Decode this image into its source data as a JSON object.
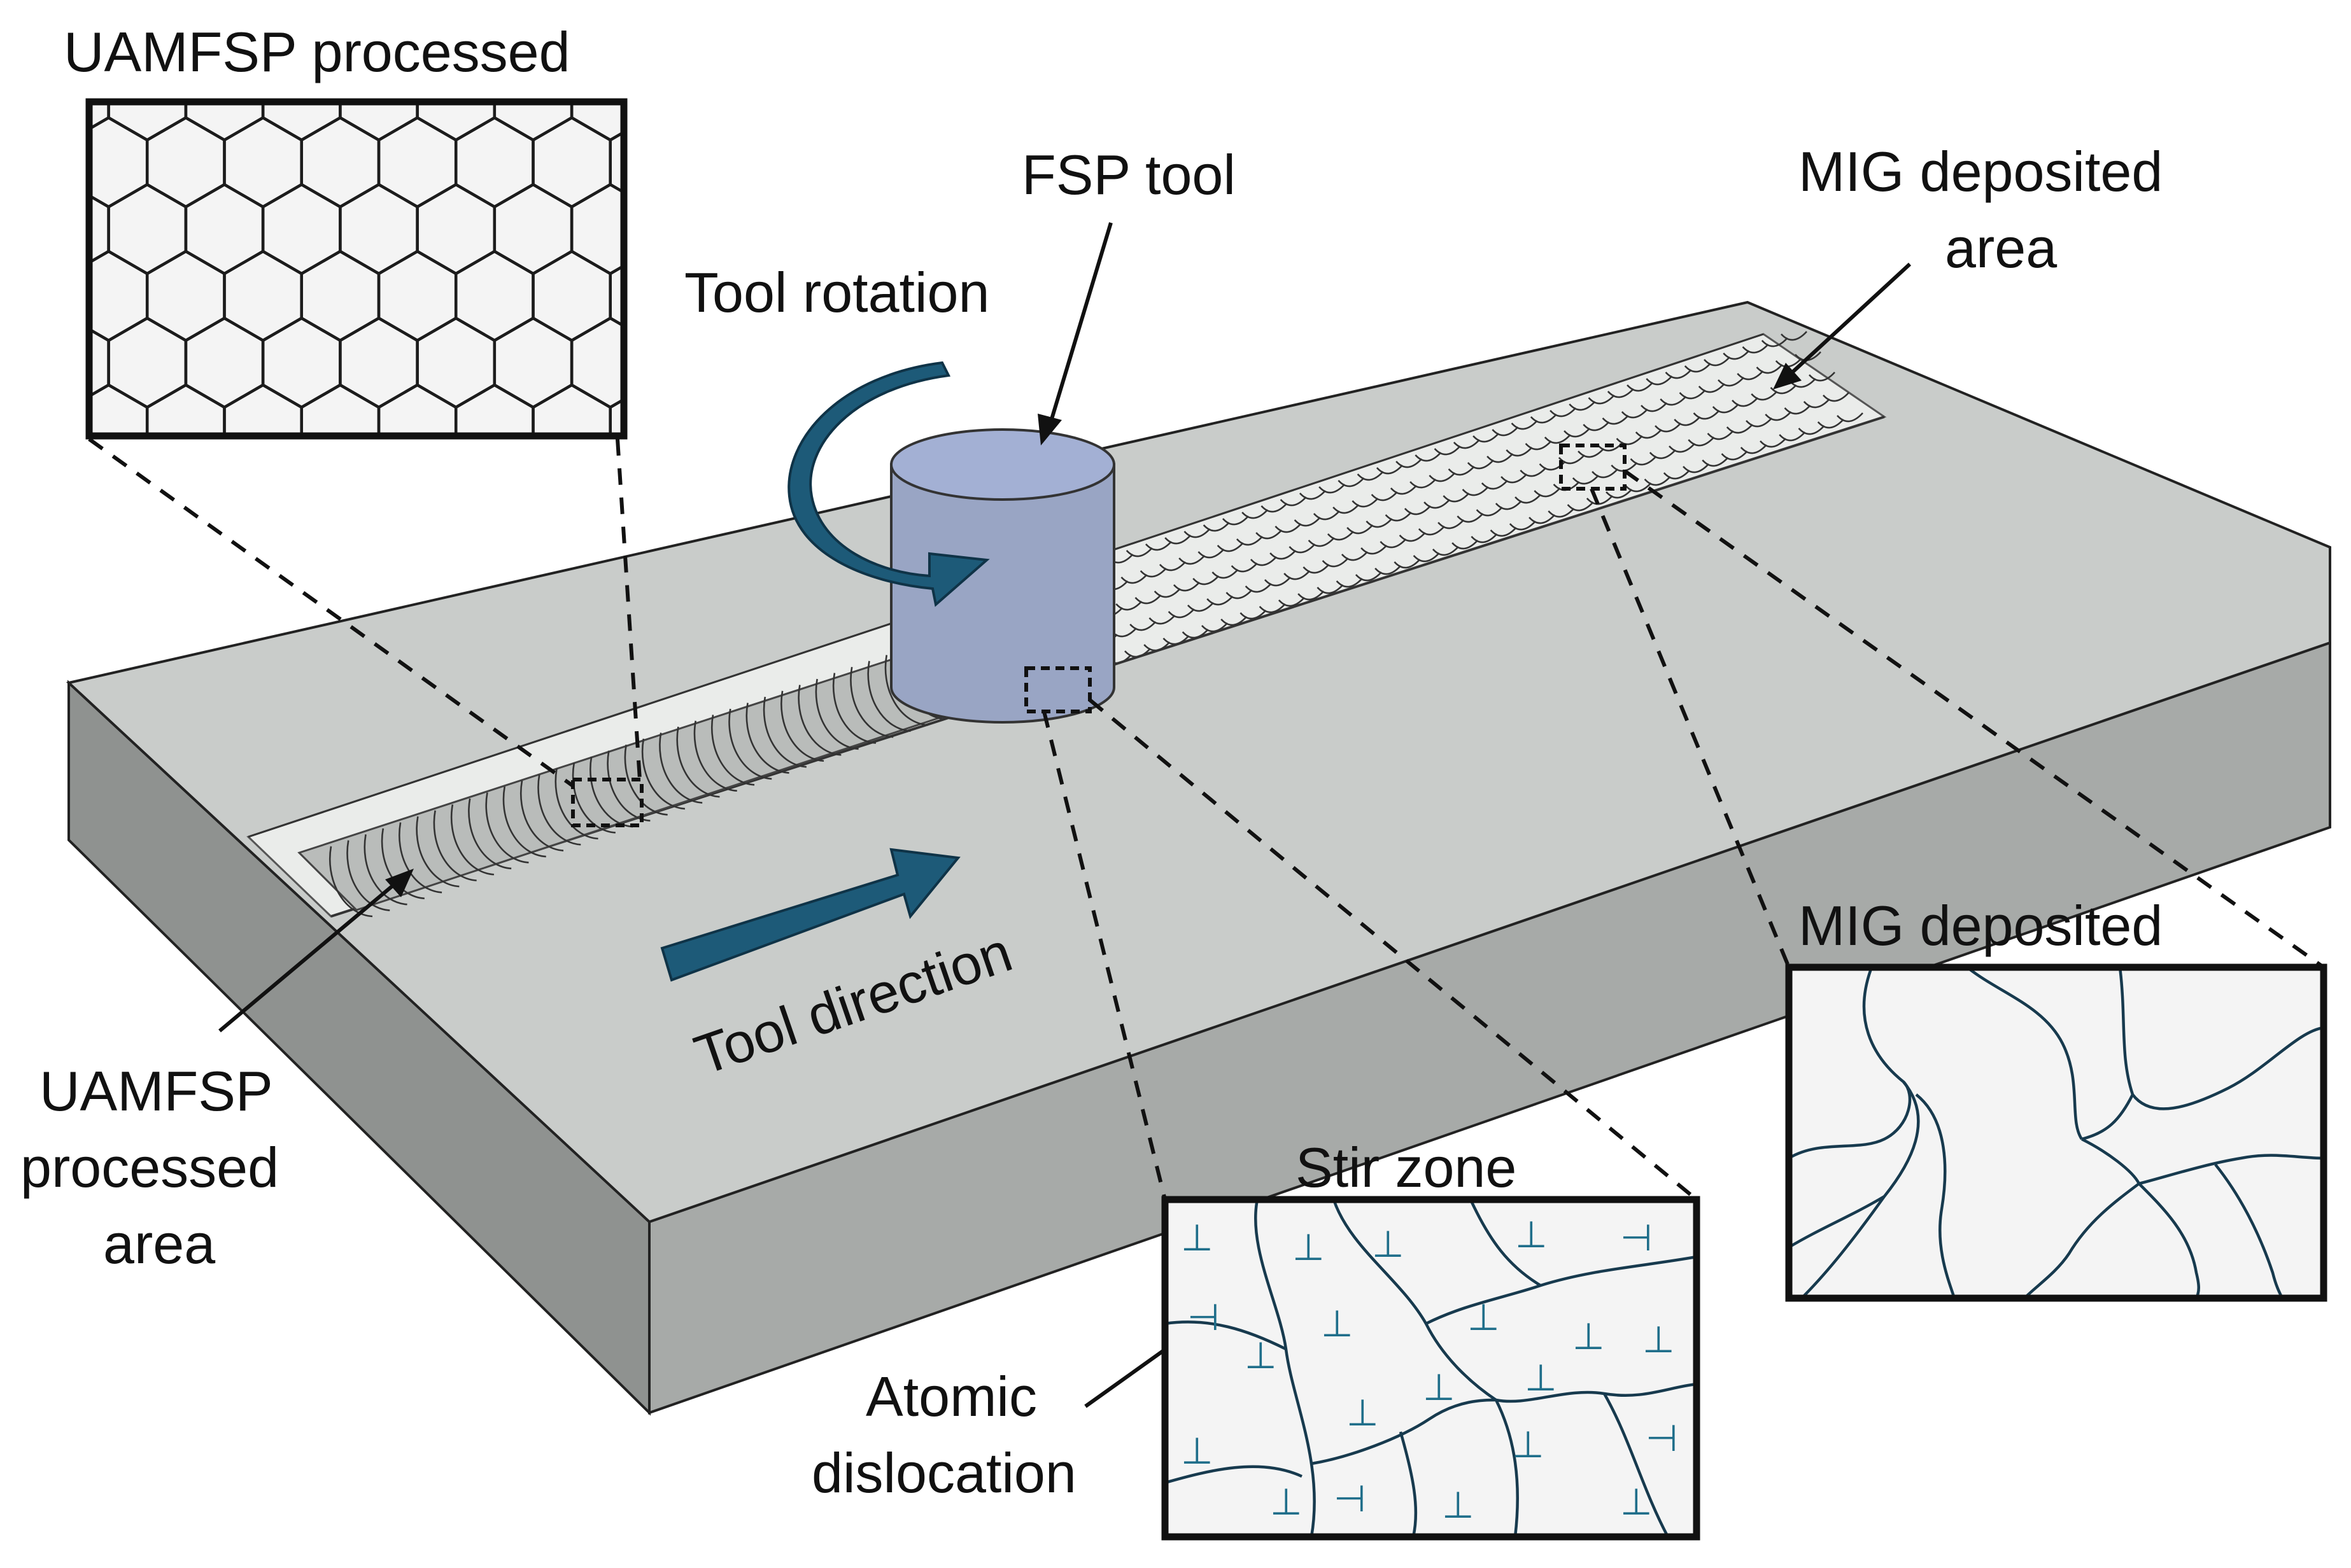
{
  "labels": {
    "uamfsp_processed": "UAMFSP processed",
    "fsp_tool": "FSP tool",
    "tool_rotation": "Tool rotation",
    "mig_deposited_area_line1": "MIG deposited",
    "mig_deposited_area_line2": "area",
    "tool_direction": "Tool direction",
    "uamfsp_area_line1": "UAMFSP",
    "uamfsp_area_line2": "processed",
    "uamfsp_area_line3": "area",
    "mig_deposited": "MIG deposited",
    "stir_zone": "Stir zone",
    "atomic_line1": "Atomic",
    "atomic_line2": "dislocation"
  },
  "colors": {
    "plate_top": "#c9ccca",
    "plate_front": "#a9acaa",
    "plate_side": "#8f9290",
    "tool_body": "#99a5c4",
    "tool_top": "#9fadd2",
    "arrow": "#1d5a78",
    "dislocation": "#1f6e8a",
    "inset_background": "#f4f4f4"
  },
  "icons": {
    "dislocation_symbol": "⊥",
    "dislocation_symbol_rotated": "⊣"
  }
}
